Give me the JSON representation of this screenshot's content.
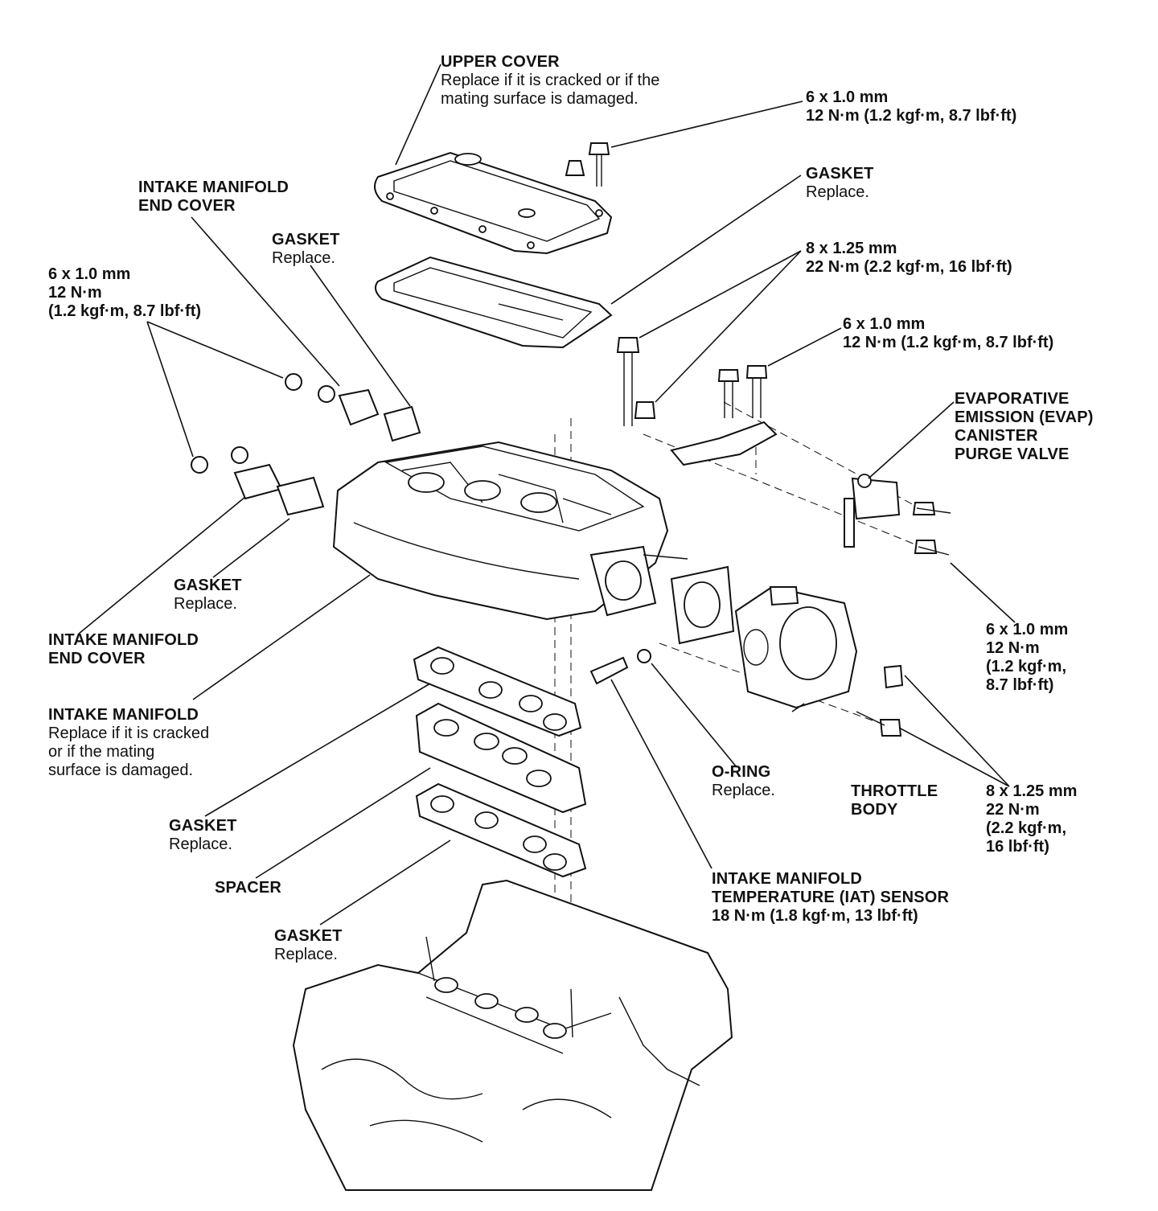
{
  "labels": {
    "upper_cover": {
      "title": "UPPER COVER",
      "note_1": "Replace if it is cracked or if the",
      "note_2": "mating surface is damaged."
    },
    "bolt_upper_cover": {
      "size": "6 x 1.0 mm",
      "torque": "12 N·m (1.2 kgf·m, 8.7 lbf·ft)"
    },
    "gasket_upper": {
      "title": "GASKET",
      "note": "Replace."
    },
    "bolt_8mm_top": {
      "size": "8 x 1.25 mm",
      "torque": "22 N·m (2.2 kgf·m, 16 lbf·ft)"
    },
    "bolt_6mm_bracket": {
      "size": "6 x 1.0 mm",
      "torque": "12 N·m (1.2 kgf·m, 8.7 lbf·ft)"
    },
    "evap_valve": {
      "line_1": "EVAPORATIVE",
      "line_2": "EMISSION (EVAP)",
      "line_3": "CANISTER",
      "line_4": "PURGE VALVE"
    },
    "end_cover_top": {
      "line_1": "INTAKE MANIFOLD",
      "line_2": "END COVER"
    },
    "gasket_end_top": {
      "title": "GASKET",
      "note": "Replace."
    },
    "bolt_left": {
      "size": "6 x 1.0 mm",
      "torque_1": "12 N·m",
      "torque_2": "(1.2 kgf·m, 8.7 lbf·ft)"
    },
    "gasket_end_bottom": {
      "title": "GASKET",
      "note": "Replace."
    },
    "end_cover_bottom": {
      "line_1": "INTAKE MANIFOLD",
      "line_2": "END COVER"
    },
    "intake_manifold": {
      "title": "INTAKE MANIFOLD",
      "note_1": "Replace if it is cracked",
      "note_2": "or if the mating",
      "note_3": "surface is damaged."
    },
    "bolt_right_6mm": {
      "size": "6 x 1.0 mm",
      "torque_1": "12 N·m",
      "torque_2": "(1.2 kgf·m,",
      "torque_3": "8.7 lbf·ft)"
    },
    "o_ring": {
      "title": "O-RING",
      "note": "Replace."
    },
    "throttle_body": {
      "line_1": "THROTTLE",
      "line_2": "BODY"
    },
    "bolt_right_8mm": {
      "size": "8 x 1.25 mm",
      "torque_1": "22 N·m",
      "torque_2": "(2.2 kgf·m,",
      "torque_3": "16 lbf·ft)"
    },
    "gasket_lower_1": {
      "title": "GASKET",
      "note": "Replace."
    },
    "spacer": {
      "title": "SPACER"
    },
    "gasket_lower_2": {
      "title": "GASKET",
      "note": "Replace."
    },
    "iat_sensor": {
      "line_1": "INTAKE MANIFOLD",
      "line_2": "TEMPERATURE (IAT) SENSOR",
      "torque": "18 N·m (1.8 kgf·m, 13 lbf·ft)"
    }
  }
}
